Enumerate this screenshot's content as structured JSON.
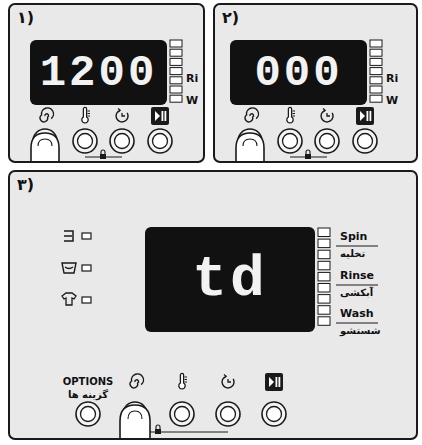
{
  "diagram": {
    "nodes": [
      {
        "text": [
          "۱)"
        ]
      },
      {
        "text": [
          "1200"
        ],
        "in": 0
      },
      {
        "text": [
          "۲)"
        ]
      },
      {
        "text": [
          "000"
        ],
        "in": 2
      },
      {
        "text": [
          "۳)"
        ]
      },
      {
        "text": [
          "td"
        ],
        "in": 4
      }
    ],
    "labels": [
      "Ri",
      "W",
      "Ri",
      "W",
      "Spin",
      "تخلیه",
      "Rinse",
      "آبکشی",
      "Wash",
      "شستشو",
      "OPTIONS",
      "گزینه ها"
    ]
  }
}
